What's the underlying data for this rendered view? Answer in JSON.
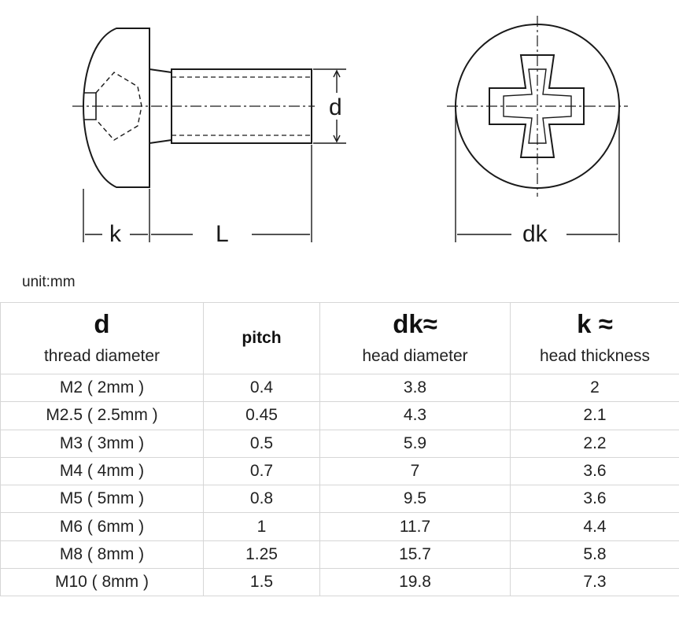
{
  "diagram": {
    "labels": {
      "d": "d",
      "k": "k",
      "L": "L",
      "dk": "dk"
    }
  },
  "unit_label": "unit:mm",
  "table": {
    "headers": [
      {
        "big": "d",
        "sub": "thread diameter"
      },
      {
        "label": "pitch"
      },
      {
        "big": "dk≈",
        "sub": "head diameter"
      },
      {
        "big": "k ≈",
        "sub": "head thickness"
      }
    ],
    "rows": [
      [
        "M2 ( 2mm )",
        "0.4",
        "3.8",
        "2"
      ],
      [
        "M2.5 ( 2.5mm )",
        "0.45",
        "4.3",
        "2.1"
      ],
      [
        "M3 ( 3mm )",
        "0.5",
        "5.9",
        "2.2"
      ],
      [
        "M4 ( 4mm )",
        "0.7",
        "7",
        "3.6"
      ],
      [
        "M5 ( 5mm )",
        "0.8",
        "9.5",
        "3.6"
      ],
      [
        "M6 ( 6mm )",
        "1",
        "11.7",
        "4.4"
      ],
      [
        "M8 ( 8mm )",
        "1.25",
        "15.7",
        "5.8"
      ],
      [
        "M10 ( 8mm )",
        "1.5",
        "19.8",
        "7.3"
      ]
    ]
  }
}
